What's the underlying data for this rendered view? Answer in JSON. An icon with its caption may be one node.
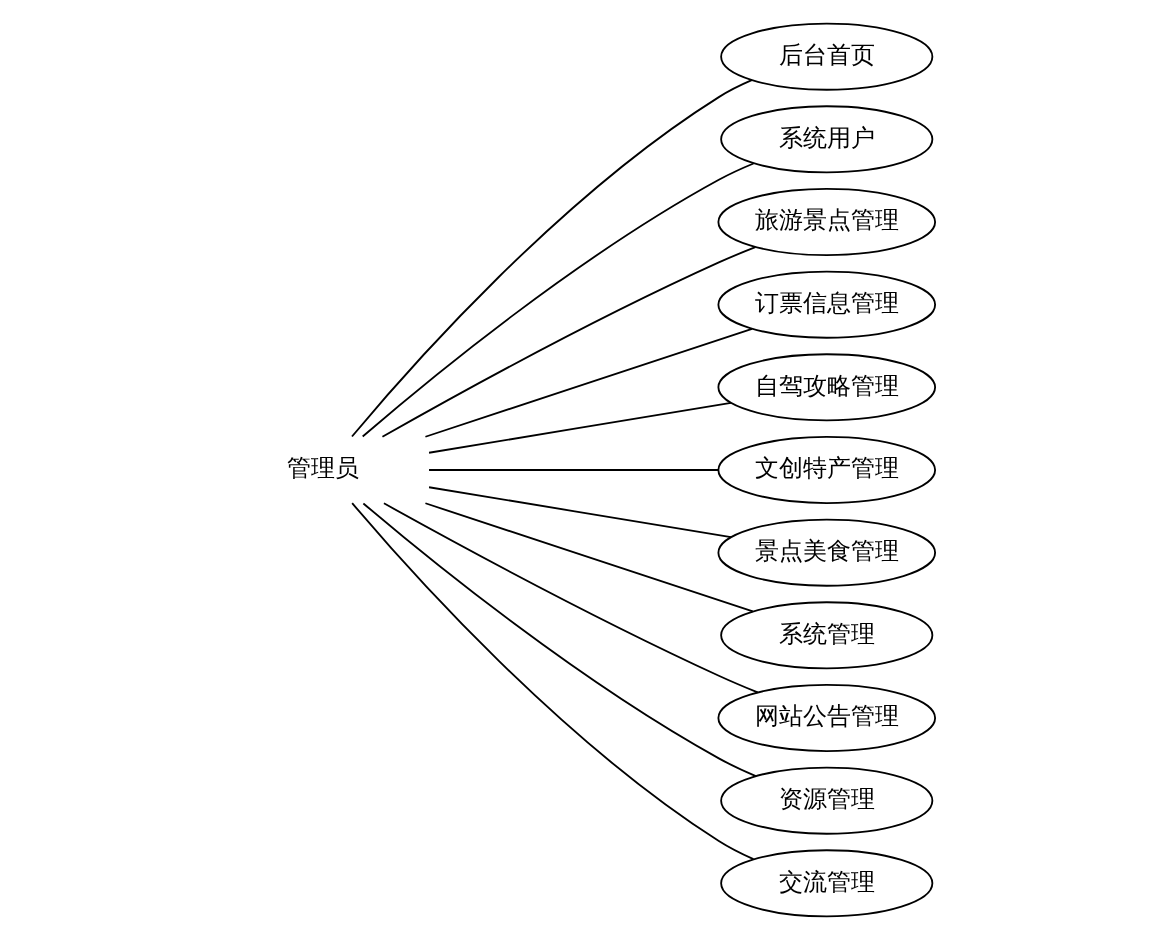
{
  "diagram": {
    "nodes": [
      {
        "text": [
          "管理员"
        ]
      },
      {
        "text": [
          "后台首页"
        ]
      },
      {
        "text": [
          "系统用户"
        ]
      },
      {
        "text": [
          "旅游景点管理"
        ]
      },
      {
        "text": [
          "订票信息管理"
        ]
      },
      {
        "text": [
          "自驾攻略管理"
        ]
      },
      {
        "text": [
          "文创特产管理"
        ]
      },
      {
        "text": [
          "景点美食管理"
        ]
      },
      {
        "text": [
          "系统管理"
        ]
      },
      {
        "text": [
          "网站公告管理"
        ]
      },
      {
        "text": [
          "资源管理"
        ]
      },
      {
        "text": [
          "交流管理"
        ]
      }
    ],
    "edges": [
      {
        "from": 0,
        "to": 1,
        "arrow": "none"
      },
      {
        "from": 0,
        "to": 2,
        "arrow": "none"
      },
      {
        "from": 0,
        "to": 3,
        "arrow": "none"
      },
      {
        "from": 0,
        "to": 4,
        "arrow": "none"
      },
      {
        "from": 0,
        "to": 5,
        "arrow": "none"
      },
      {
        "from": 0,
        "to": 6,
        "arrow": "none"
      },
      {
        "from": 0,
        "to": 7,
        "arrow": "none"
      },
      {
        "from": 0,
        "to": 8,
        "arrow": "none"
      },
      {
        "from": 0,
        "to": 9,
        "arrow": "none"
      },
      {
        "from": 0,
        "to": 10,
        "arrow": "none"
      },
      {
        "from": 0,
        "to": 11,
        "arrow": "none"
      }
    ]
  }
}
